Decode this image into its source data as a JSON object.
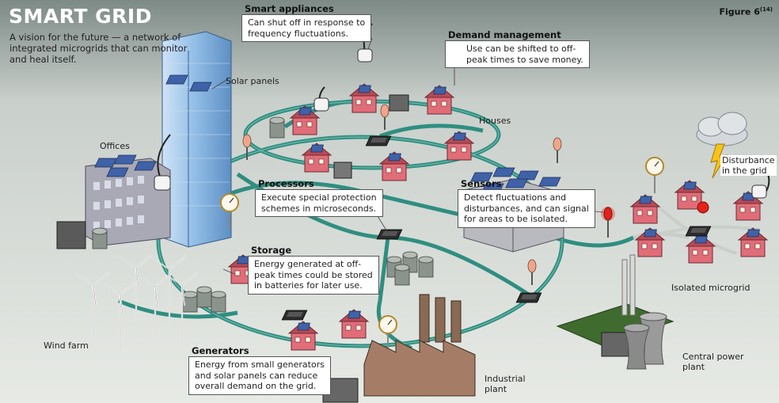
{
  "header": {
    "title": "SMART GRID",
    "subtitle": "A vision for the future — a network of integrated microgrids that can monitor and heal itself.",
    "figure_label": "Figure 6",
    "figure_ref": "(14)"
  },
  "callouts": {
    "smart_appliances": {
      "title": "Smart appliances",
      "text": [
        "Can shut off in response to",
        "frequency fluctuations."
      ]
    },
    "demand_management": {
      "title": "Demand management",
      "text": [
        "Use can be shifted to off-",
        "peak times to save money."
      ]
    },
    "processors": {
      "title": "Processors",
      "text": [
        "Execute special protection",
        "schemes in microseconds."
      ]
    },
    "sensors": {
      "title": "Sensors",
      "text": [
        "Detect fluctuations and",
        "disturbances, and can signal",
        "for areas to be isolated."
      ]
    },
    "storage": {
      "title": "Storage",
      "text": [
        "Energy generated at off-",
        "peak times could be stored",
        "in batteries for later use."
      ]
    },
    "generators": {
      "title": "Generators",
      "text": [
        "Energy from small generators",
        "and solar panels can reduce",
        "overall demand on the grid."
      ]
    }
  },
  "labels": {
    "solar_panels": "Solar panels",
    "offices": "Offices",
    "houses": "Houses",
    "disturbance": [
      "Disturbance",
      "in the grid"
    ],
    "isolated_microgrid": "Isolated microgrid",
    "wind_farm": "Wind farm",
    "central_power_plant": [
      "Central power",
      "plant"
    ],
    "industrial_plant": [
      "Industrial",
      "plant"
    ]
  },
  "colors": {
    "grid_line": "#2f8e80",
    "house_wall": "#e06d78",
    "house_roof": "#b94a55",
    "solar_panel": "#3f62a8",
    "sensor_bulb": "#f0a58a",
    "alert_red": "#e2231a",
    "building_blue": "#7fb0df"
  }
}
